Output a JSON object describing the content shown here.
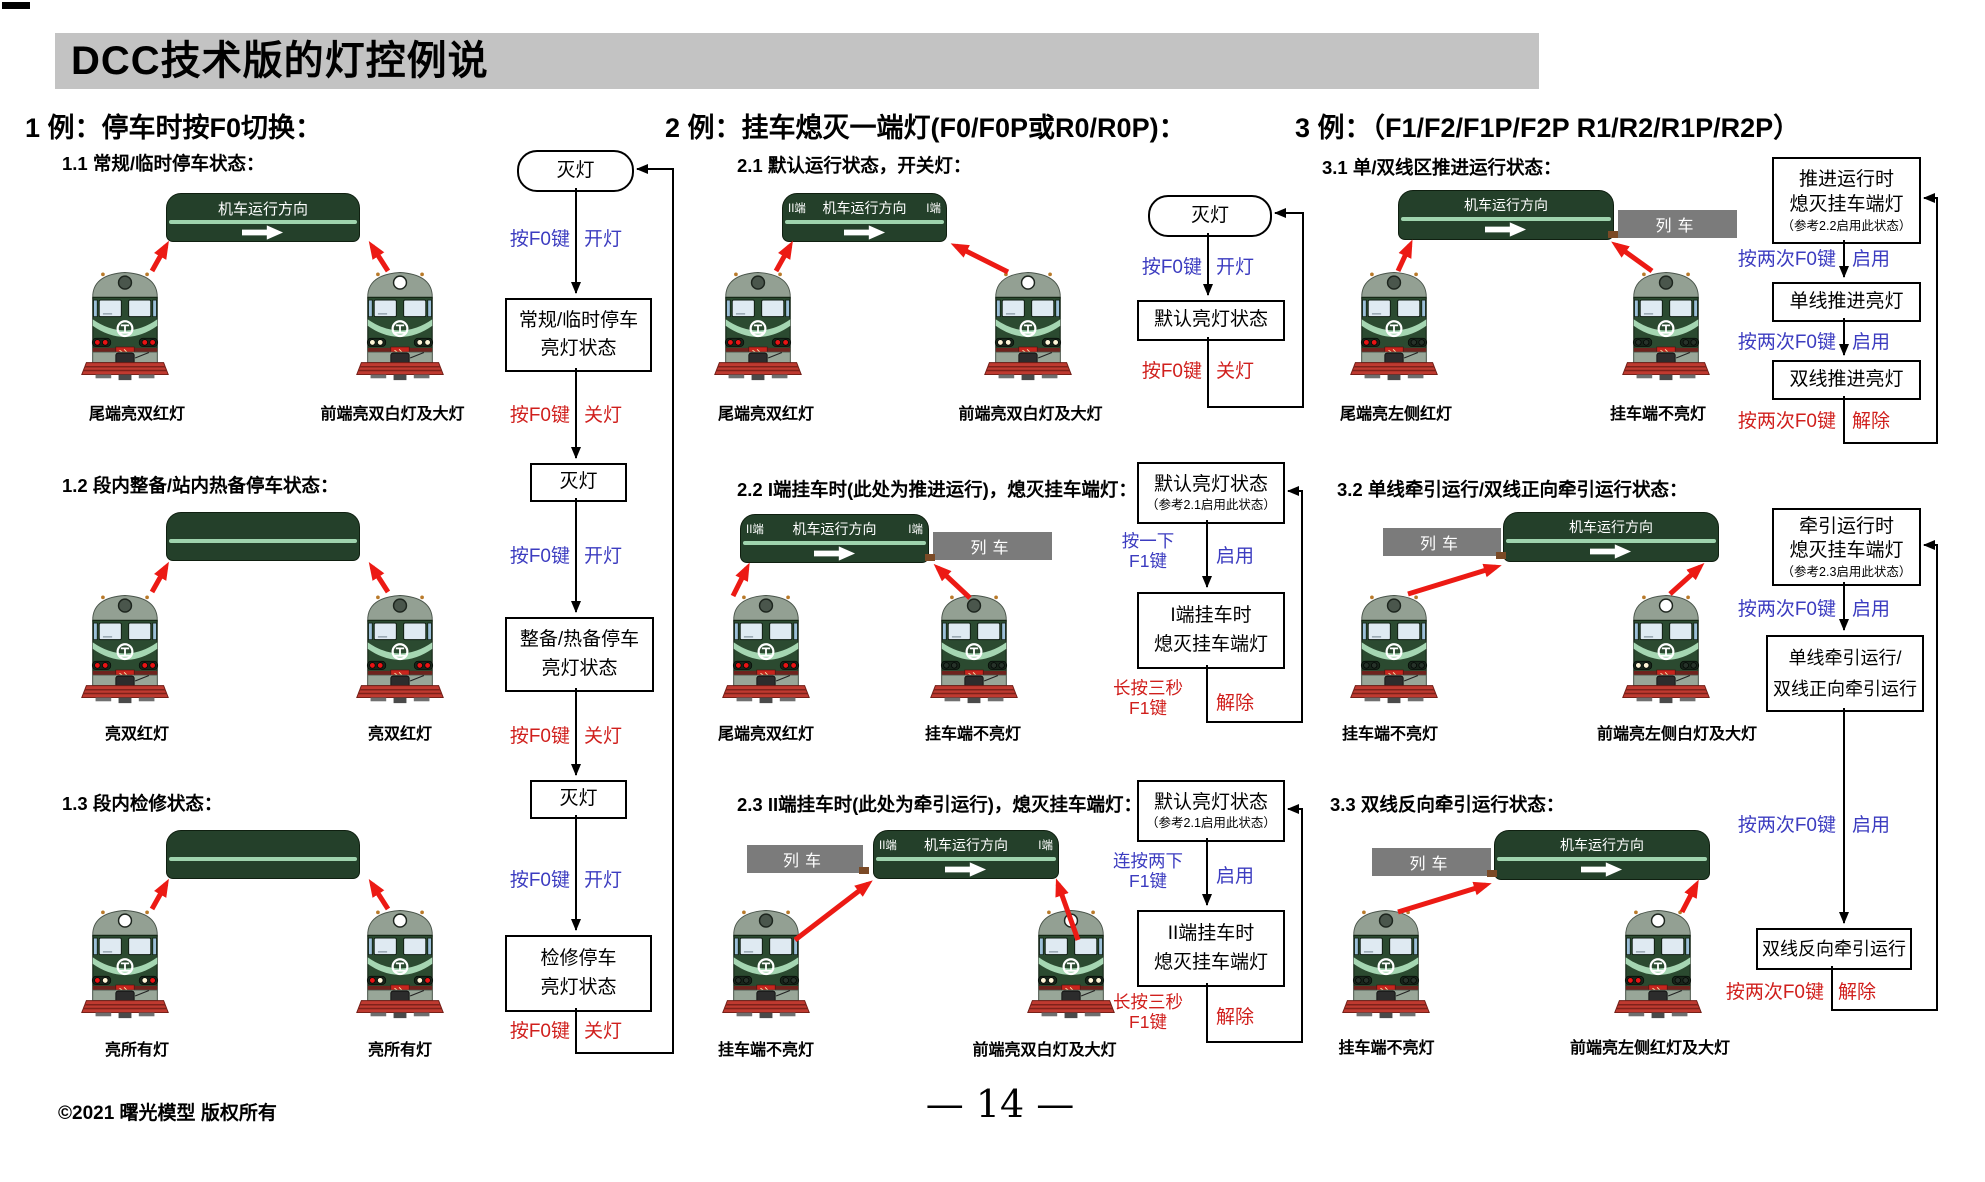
{
  "title": "DCC技术版的灯控例说",
  "footer": {
    "copyright": "©2021 曙光模型 版权所有",
    "page_number": "— 14 —"
  },
  "colors": {
    "titlebar_gray": "#c3c3c3",
    "accent_blue": "#3c3cc0",
    "accent_red": "#d01f1c",
    "diagram_green": "#2b4a30",
    "stripe_green": "#9fd4ae",
    "consist_gray": "#7b7b7b",
    "arrow_red": "#ec1a14"
  },
  "shared": {
    "direction_label": "机车运行方向",
    "consist_label": "列车",
    "end1_label": "I端",
    "end2_label": "II端",
    "lamp_off": "灭灯",
    "press_f0": "按F0键",
    "turn_on": "开灯",
    "turn_off": "关灯",
    "press_f0_twice": "按两次F0键",
    "enable": "启用",
    "release": "解除"
  },
  "col1": {
    "header": "1 例：停车时按F0切换：",
    "s1": {
      "title": "1.1  常规/临时停车状态：",
      "left_label": "尾端亮双红灯",
      "right_label": "前端亮双白灯及大灯"
    },
    "s2": {
      "title": "1.2  段内整备/站内热备停车状态：",
      "left_label": "亮双红灯",
      "right_label": "亮双红灯"
    },
    "s3": {
      "title": "1.3  段内检修状态：",
      "left_label": "亮所有灯",
      "right_label": "亮所有灯"
    },
    "flow": {
      "top": "灭灯",
      "box1": {
        "l1": "常规/临时停车",
        "l2": "亮灯状态"
      },
      "mid1": "灭灯",
      "box2": {
        "l1": "整备/热备停车",
        "l2": "亮灯状态"
      },
      "mid2": "灭灯",
      "box3": {
        "l1": "检修停车",
        "l2": "亮灯状态"
      }
    }
  },
  "col2": {
    "header": "2 例：挂车熄灭一端灯(F0/F0P或R0/R0P)：",
    "s1": {
      "title": "2.1  默认运行状态，开关灯：",
      "left_label": "尾端亮双红灯",
      "right_label": "前端亮双白灯及大灯"
    },
    "s2": {
      "title": "2.2  I端挂车时(此处为推进运行)，熄灭挂车端灯：",
      "left_label": "尾端亮双红灯",
      "right_label": "挂车端不亮灯"
    },
    "s3": {
      "title": "2.3  II端挂车时(此处为牵引运行)，熄灭挂车端灯：",
      "left_label": "挂车端不亮灯",
      "right_label": "前端亮双白灯及大灯"
    },
    "flow1": {
      "top": "灭灯",
      "box": "默认亮灯状态"
    },
    "flow2": {
      "box1": "默认亮灯状态",
      "box1_sub": "（参考2.1启用此状态）",
      "key_on_1": "按一下",
      "key_on_2": "F1键",
      "box2": {
        "l1": "I端挂车时",
        "l2": "熄灭挂车端灯"
      },
      "key_off_1": "长按三秒",
      "key_off_2": "F1键"
    },
    "flow3": {
      "box1": "默认亮灯状态",
      "box1_sub": "（参考2.1启用此状态）",
      "key_on_1": "连按两下",
      "key_on_2": "F1键",
      "box2": {
        "l1": "II端挂车时",
        "l2": "熄灭挂车端灯"
      },
      "key_off_1": "长按三秒",
      "key_off_2": "F1键"
    }
  },
  "col3": {
    "header": "3 例：（F1/F2/F1P/F2P R1/R2/R1P/R2P）",
    "s1": {
      "title": "3.1  单/双线区推进运行状态：",
      "left_label": "尾端亮左侧红灯",
      "right_label": "挂车端不亮灯"
    },
    "s2": {
      "title": "3.2  单线牵引运行/双线正向牵引运行状态：",
      "left_label": "挂车端不亮灯",
      "right_label": "前端亮左侧白灯及大灯"
    },
    "s3": {
      "title": "3.3  双线反向牵引运行状态：",
      "left_label": "挂车端不亮灯",
      "right_label": "前端亮左侧红灯及大灯"
    },
    "flow1": {
      "box1": {
        "l1": "推进运行时",
        "l2": "熄灭挂车端灯",
        "sub": "（参考2.2启用此状态）"
      },
      "box2": "单线推进亮灯",
      "box3": "双线推进亮灯"
    },
    "flow2": {
      "box1": {
        "l1": "牵引运行时",
        "l2": "熄灭挂车端灯",
        "sub": "（参考2.3启用此状态）"
      },
      "box2": {
        "l1": "单线牵引运行/",
        "l2": "双线正向牵引运行"
      }
    },
    "flow3": {
      "box": "双线反向牵引运行"
    }
  }
}
